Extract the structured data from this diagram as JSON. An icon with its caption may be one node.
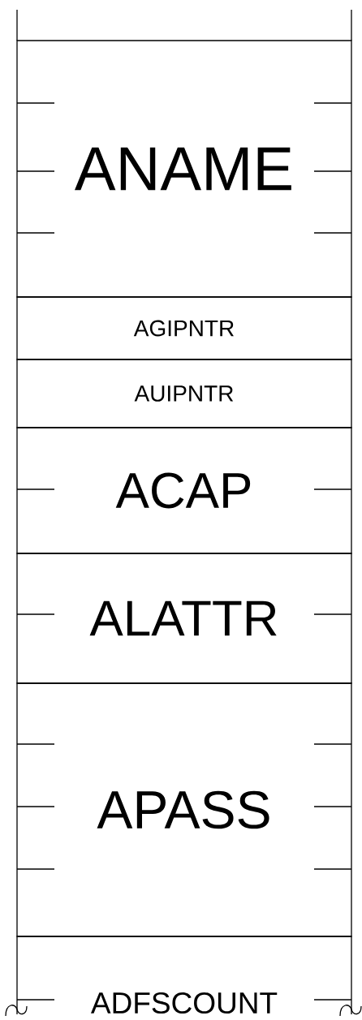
{
  "diagram": {
    "nodes": [
      {
        "text": [
          "ANAME"
        ]
      },
      {
        "text": [
          "AGIPNTR"
        ]
      },
      {
        "text": [
          "AUIPNTR"
        ]
      },
      {
        "text": [
          "ACAP"
        ]
      },
      {
        "text": [
          "ALATTR"
        ]
      },
      {
        "text": [
          "APASS"
        ]
      },
      {
        "text": [
          "ADFSCOUNT"
        ]
      }
    ]
  }
}
